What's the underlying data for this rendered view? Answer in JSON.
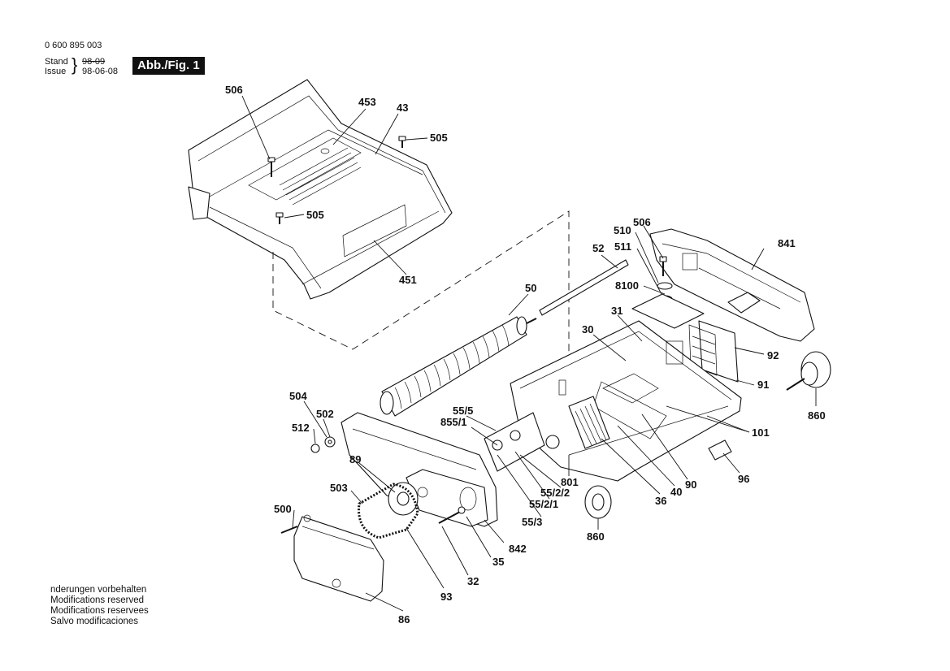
{
  "header": {
    "part_number": "0 600 895 003",
    "stand_label": "Stand",
    "issue_label": "Issue",
    "stand_date": "98-09",
    "issue_date": "98-06-08",
    "figure_badge": "Abb./Fig. 1"
  },
  "footer": {
    "lines": [
      "nderungen vorbehalten",
      "Modifications reserved",
      "Modifications reservees",
      "Salvo modificaciones"
    ]
  },
  "callouts": {
    "c506a": "506",
    "c453": "453",
    "c43": "43",
    "c505a": "505",
    "c505b": "505",
    "c451": "451",
    "c50": "50",
    "c52": "52",
    "c510": "510",
    "c506b": "506",
    "c511": "511",
    "c841": "841",
    "c8100": "8100",
    "c31": "31",
    "c30": "30",
    "c92": "92",
    "c91": "91",
    "c101": "101",
    "c860a": "860",
    "c96": "96",
    "c90": "90",
    "c40": "40",
    "c36": "36",
    "c801": "801",
    "c860b": "860",
    "c504": "504",
    "c502": "502",
    "c512": "512",
    "c555": "55/5",
    "c8551": "855/1",
    "c5522": "55/2/2",
    "c5521": "55/2/1",
    "c553": "55/3",
    "c89": "89",
    "c503": "503",
    "c500": "500",
    "c842": "842",
    "c35": "35",
    "c32": "32",
    "c93": "93",
    "c86": "86"
  }
}
